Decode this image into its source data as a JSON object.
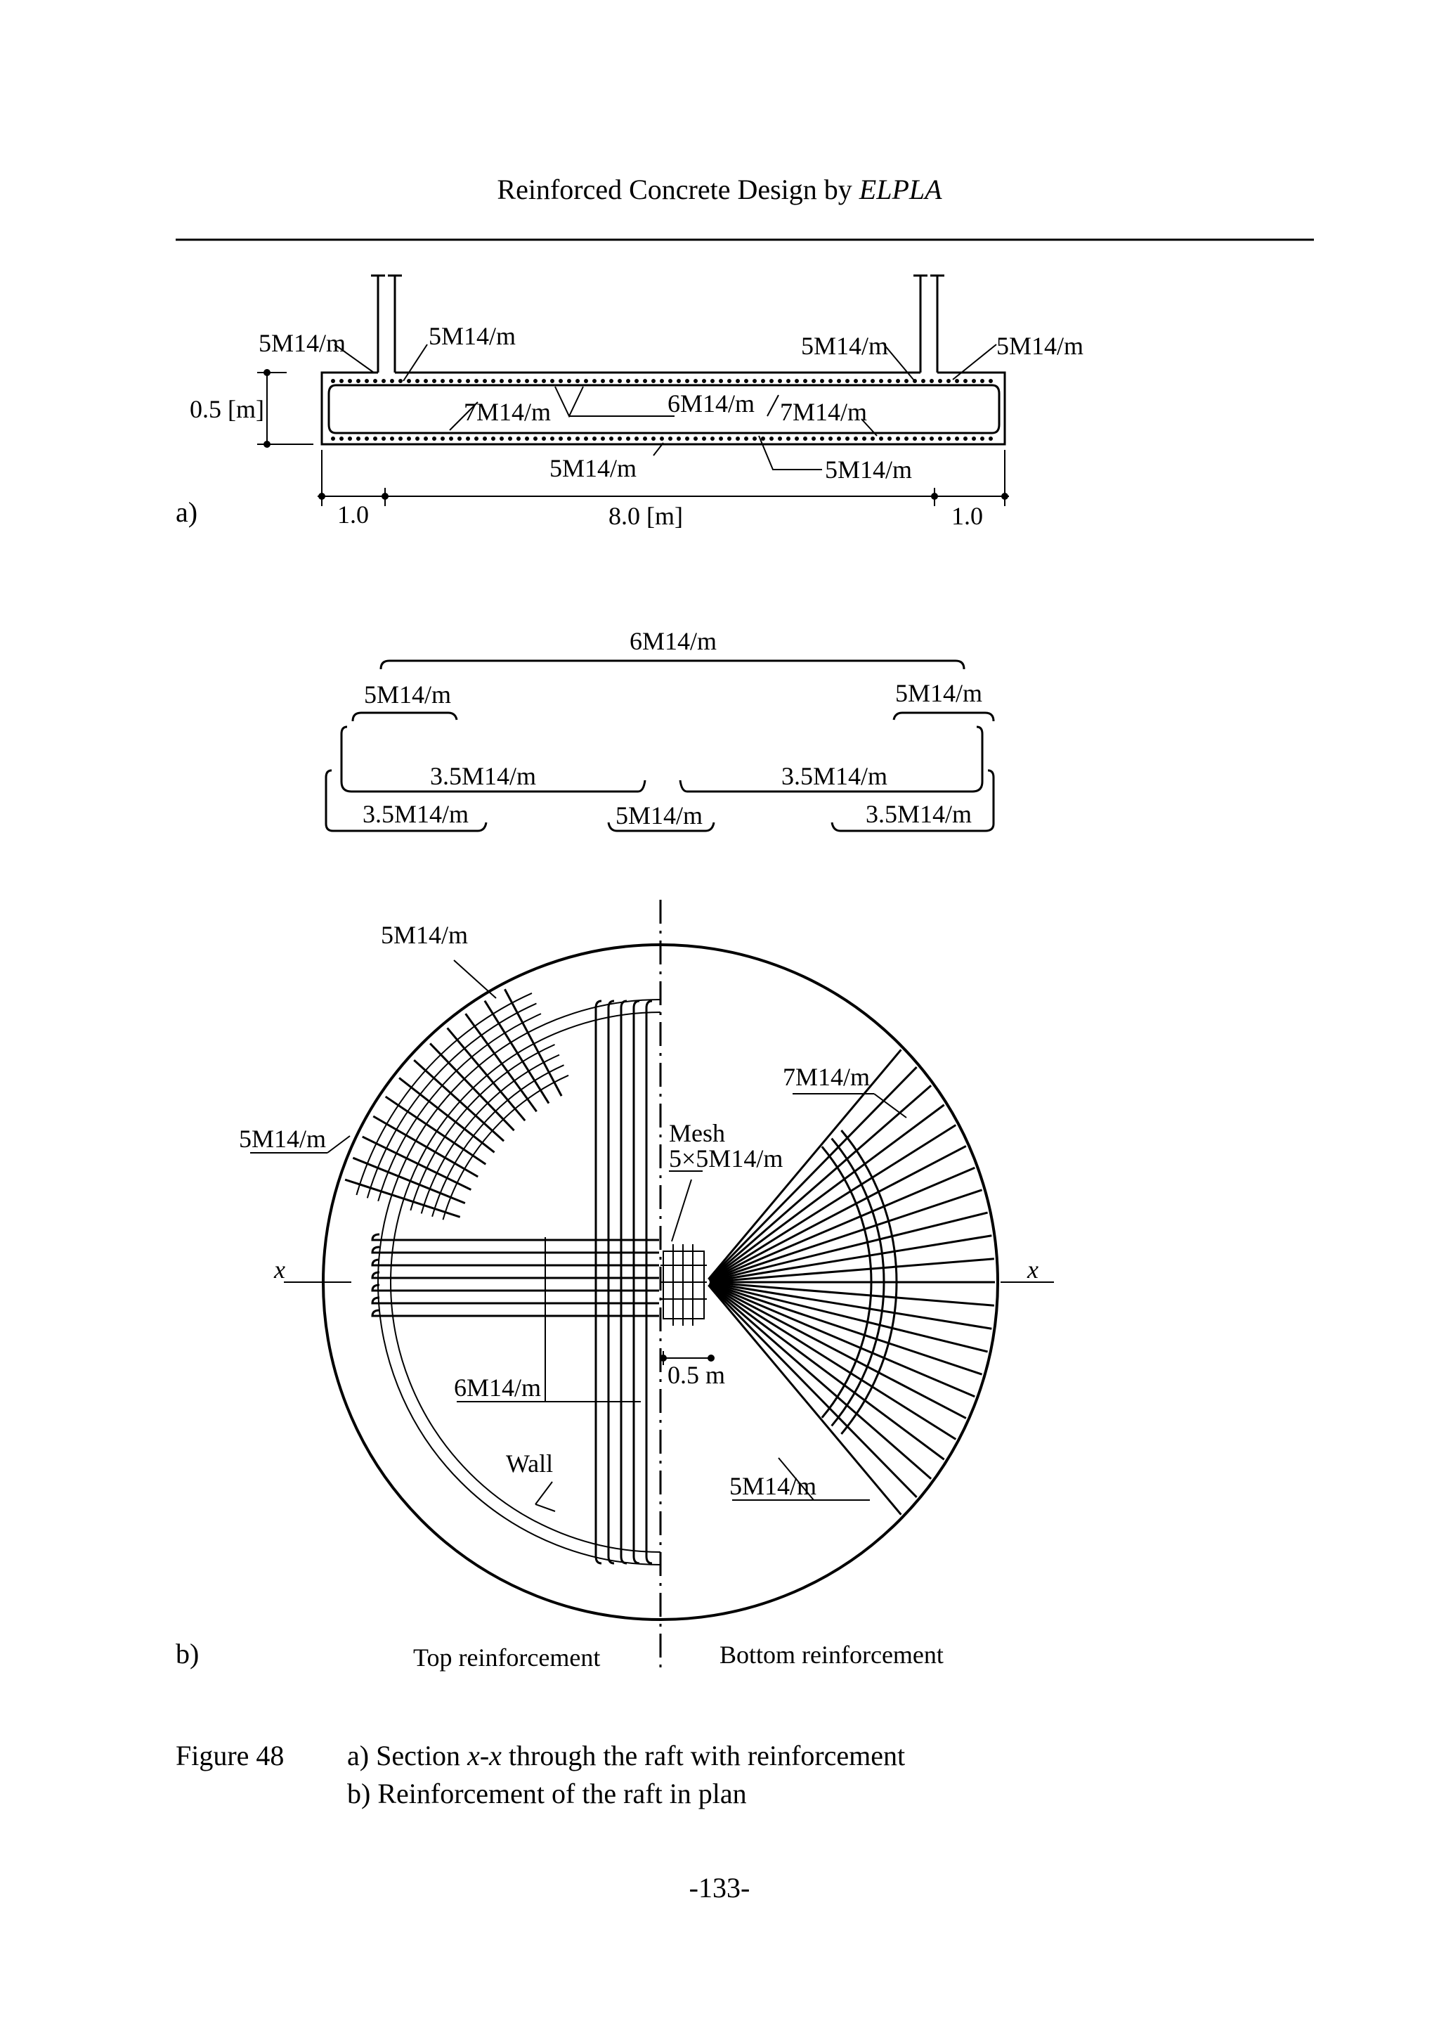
{
  "header": {
    "running_title": "Reinforced Concrete Design by ",
    "running_title_em": "ELPLA"
  },
  "figure": {
    "number": "Figure 48",
    "caption_a_pre": "a) Section ",
    "caption_a_em": "x-x",
    "caption_a_post": " through the raft with reinforcement",
    "caption_b": "b) Reinforcement of the raft in plan",
    "panel_a_label": "a)",
    "panel_b_label": "b)"
  },
  "section": {
    "height_label": "0.5 [m]",
    "dim_left": "1.0",
    "dim_mid": "8.0 [m]",
    "dim_right": "1.0",
    "labels": {
      "wall_left_outer": "5M14/m",
      "wall_left_inner": "5M14/m",
      "wall_right_inner": "5M14/m",
      "wall_right_outer": "5M14/m",
      "top_mid": "6M14/m",
      "top_left_face": "7M14/m",
      "top_right_face": "7M14/m",
      "bottom_mid": "5M14/m",
      "bottom_right": "5M14/m"
    }
  },
  "bar_layout": {
    "top_long": "6M14/m",
    "hook_left": "5M14/m",
    "hook_right": "5M14/m",
    "mid_left": "3.5M14/m",
    "mid_right": "3.5M14/m",
    "low_left": "3.5M14/m",
    "low_center": "5M14/m",
    "low_right": "3.5M14/m"
  },
  "plan": {
    "radial_top": "5M14/m",
    "radial_left": "5M14/m",
    "bottom_radial": "7M14/m",
    "mesh_line1": "Mesh",
    "mesh_line2": "5×5M14/m",
    "axis_left": "x",
    "axis_right": "x",
    "ring_label": "6M14/m",
    "gap_dim": "0.5 m",
    "wall_label": "Wall",
    "bottom_ring": "5M14/m",
    "top_reinforcement": "Top reinforcement",
    "bottom_reinforcement": "Bottom reinforcement"
  },
  "page_number": "-133-"
}
